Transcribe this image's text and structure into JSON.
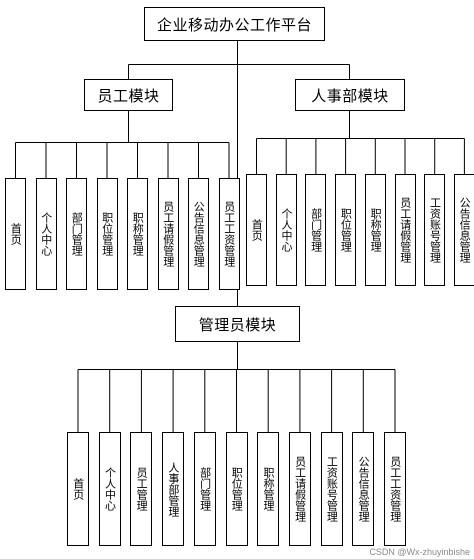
{
  "root": "企业移动办公工作平台",
  "employee_module": {
    "title": "员工模块",
    "items": [
      "首页",
      "个人中心",
      "部门管理",
      "职位管理",
      "职称管理",
      "员工请假管理",
      "公告信息管理",
      "员工工资管理"
    ]
  },
  "hr_module": {
    "title": "人事部模块",
    "items": [
      "首页",
      "个人中心",
      "部门管理",
      "职位管理",
      "职称管理",
      "员工请假管理",
      "工资账号管理",
      "公告信息管理"
    ]
  },
  "admin_module": {
    "title": "管理员模块",
    "items": [
      "首页",
      "个人中心",
      "员工管理",
      "人事部管理",
      "部门管理",
      "职位管理",
      "职称管理",
      "员工请假管理",
      "工资账号管理",
      "公告信息管理",
      "员工工资管理"
    ]
  },
  "watermark": "CSDN @Wx-zhuyinbishe",
  "colors": {
    "line": "#000000",
    "box_border": "#000000",
    "background": "#ffffff",
    "watermark": "#8a8a8a"
  }
}
